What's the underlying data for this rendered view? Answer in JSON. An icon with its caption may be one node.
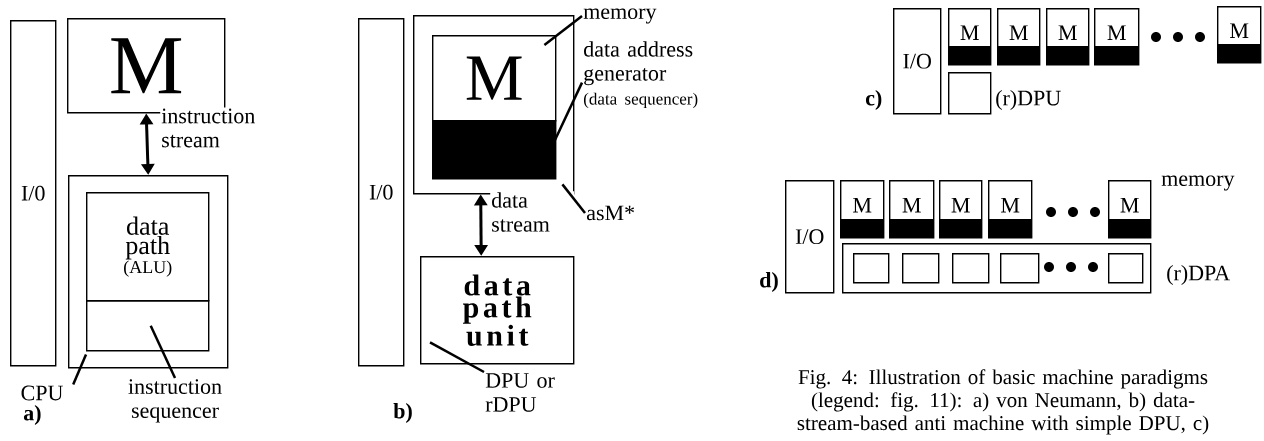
{
  "diagram": {
    "caption": "Fig. 4: Illustration of basic machine paradigms (legend: fig. 11): a) von Neumann, b) data-stream-based anti machine with simple DPU, c)",
    "nodes": [
      {
        "text": [
          "I/0"
        ]
      },
      {
        "text": [
          "M"
        ]
      },
      {
        "text": [],
        "shape": "box"
      },
      {
        "text": [
          "data path",
          "(ALU)"
        ],
        "in": 2
      },
      {
        "text": [],
        "shape": "box",
        "in": 2
      },
      {
        "text": [
          "CPU"
        ]
      },
      {
        "text": [
          "instruction sequencer"
        ]
      },
      {
        "text": [
          "I/0"
        ]
      },
      {
        "text": [],
        "shape": "box"
      },
      {
        "text": [
          "M"
        ],
        "in": 8
      },
      {
        "text": [],
        "shape": "box",
        "in": 8
      },
      {
        "text": [
          "data path unit"
        ]
      },
      {
        "text": [
          "memory"
        ]
      },
      {
        "text": [
          "data address generator",
          "(data sequencer)"
        ]
      },
      {
        "text": [
          "asM*"
        ]
      },
      {
        "text": [
          "DPU or rDPU"
        ]
      },
      {
        "text": [
          "I/O"
        ]
      },
      {
        "text": [
          "M"
        ]
      },
      {
        "text": [
          "M"
        ]
      },
      {
        "text": [
          "M"
        ]
      },
      {
        "text": [
          "M"
        ]
      },
      {
        "text": [
          "M"
        ]
      },
      {
        "text": [],
        "shape": "box",
        "beside": [
          "(r)DPU"
        ]
      },
      {
        "text": [
          "I/O"
        ]
      },
      {
        "text": [
          "M"
        ]
      },
      {
        "text": [
          "M"
        ]
      },
      {
        "text": [
          "M"
        ]
      },
      {
        "text": [
          "M"
        ]
      },
      {
        "text": [
          "M"
        ],
        "beside": [
          "memory"
        ]
      },
      {
        "text": [],
        "shape": "box",
        "beside": [
          "(r)DPA"
        ]
      },
      {
        "text": [],
        "shape": "box",
        "in": 29
      },
      {
        "text": [],
        "shape": "box",
        "in": 29
      },
      {
        "text": [],
        "shape": "box",
        "in": 29
      },
      {
        "text": [],
        "shape": "box",
        "in": 29
      },
      {
        "text": [],
        "shape": "box",
        "in": 29
      }
    ],
    "edges": [
      {
        "from": 1,
        "to": 2,
        "arrow": "both",
        "label": "instruction stream"
      },
      {
        "from": 5,
        "to": 2,
        "arrow": "none"
      },
      {
        "from": 6,
        "to": 4,
        "arrow": "none"
      },
      {
        "from": 8,
        "to": 11,
        "arrow": "both",
        "label": "data stream"
      },
      {
        "from": 12,
        "to": 9,
        "arrow": "none"
      },
      {
        "from": 13,
        "to": 10,
        "arrow": "none"
      },
      {
        "from": 14,
        "to": 8,
        "arrow": "none"
      },
      {
        "from": 15,
        "to": 11,
        "arrow": "none"
      }
    ],
    "labels": [
      "a)",
      "b)",
      "c)",
      "d)"
    ]
  }
}
